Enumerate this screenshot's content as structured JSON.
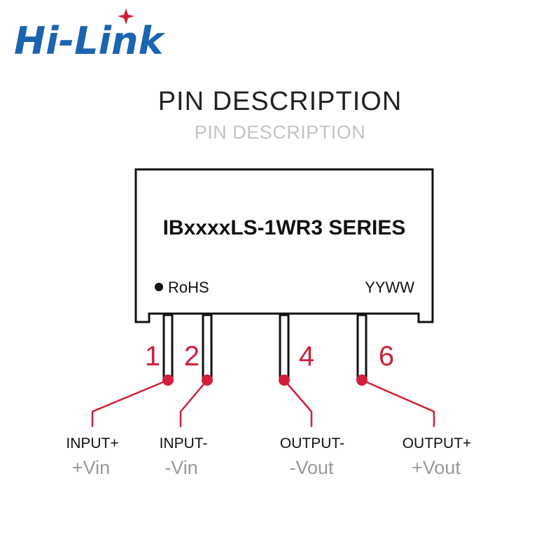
{
  "brand": {
    "logo_text": "Hi-Link",
    "color": "#1b64b0",
    "star_color": "#d11f3a"
  },
  "title": "PIN DESCRIPTION",
  "subtitle": "PIN DESCRIPTION",
  "module": {
    "series_label": "IBxxxxLS-1WR3 SERIES",
    "rohs_label": "RoHS",
    "date_code": "YYWW"
  },
  "pins": [
    {
      "number": "1",
      "label": "INPUT+",
      "sublabel": "+Vin"
    },
    {
      "number": "2",
      "label": "INPUT-",
      "sublabel": "-Vin"
    },
    {
      "number": "4",
      "label": "OUTPUT-",
      "sublabel": "-Vout"
    },
    {
      "number": "6",
      "label": "OUTPUT+",
      "sublabel": "+Vout"
    }
  ],
  "colors": {
    "accent": "#d11f3a",
    "outline": "#111111",
    "sublabel": "#999999"
  }
}
